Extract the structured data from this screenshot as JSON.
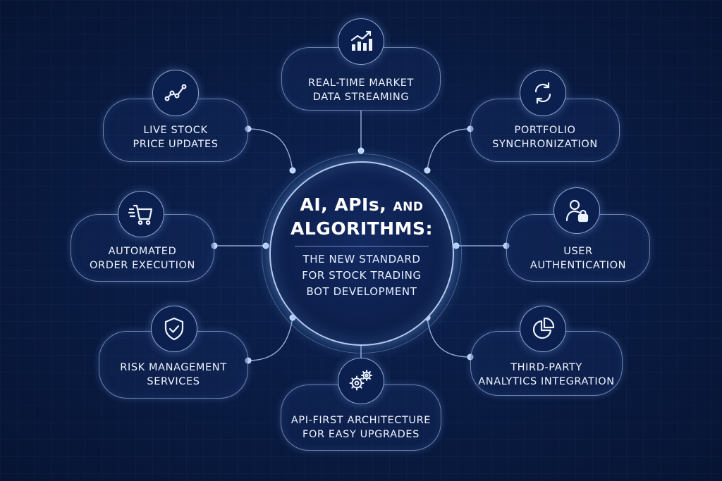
{
  "hub": {
    "title_line1": "AI, APIs,",
    "title_line1_small": "AND",
    "title_line2": "ALGORITHMS:",
    "subtitle": [
      "THE NEW STANDARD",
      "FOR STOCK TRADING",
      "BOT DEVELOPMENT"
    ]
  },
  "nodes": {
    "realtime": {
      "icon": "bar-chart-trend-icon",
      "lines": [
        "REAL-TIME MARKET",
        "DATA STREAMING"
      ]
    },
    "live_price": {
      "icon": "line-chart-icon",
      "lines": [
        "LIVE STOCK",
        "PRICE UPDATES"
      ]
    },
    "portfolio": {
      "icon": "sync-icon",
      "lines": [
        "PORTFOLIO",
        "SYNCHRONIZATION"
      ]
    },
    "order": {
      "icon": "shopping-cart-icon",
      "lines": [
        "AUTOMATED",
        "ORDER EXECUTION"
      ]
    },
    "auth": {
      "icon": "user-lock-icon",
      "lines": [
        "USER",
        "AUTHENTICATION"
      ]
    },
    "risk": {
      "icon": "shield-check-icon",
      "lines": [
        "RISK MANAGEMENT",
        "SERVICES"
      ]
    },
    "analytics": {
      "icon": "pie-chart-icon",
      "lines": [
        "THIRD-PARTY",
        "ANALYTICS INTEGRATION"
      ]
    },
    "api_first": {
      "icon": "gears-icon",
      "lines": [
        "API-FIRST ARCHITECTURE",
        "FOR EASY UPGRADES"
      ]
    }
  },
  "colors": {
    "background": "#0a1c44",
    "accent": "#9ec3ff",
    "text": "#eef3ff"
  }
}
